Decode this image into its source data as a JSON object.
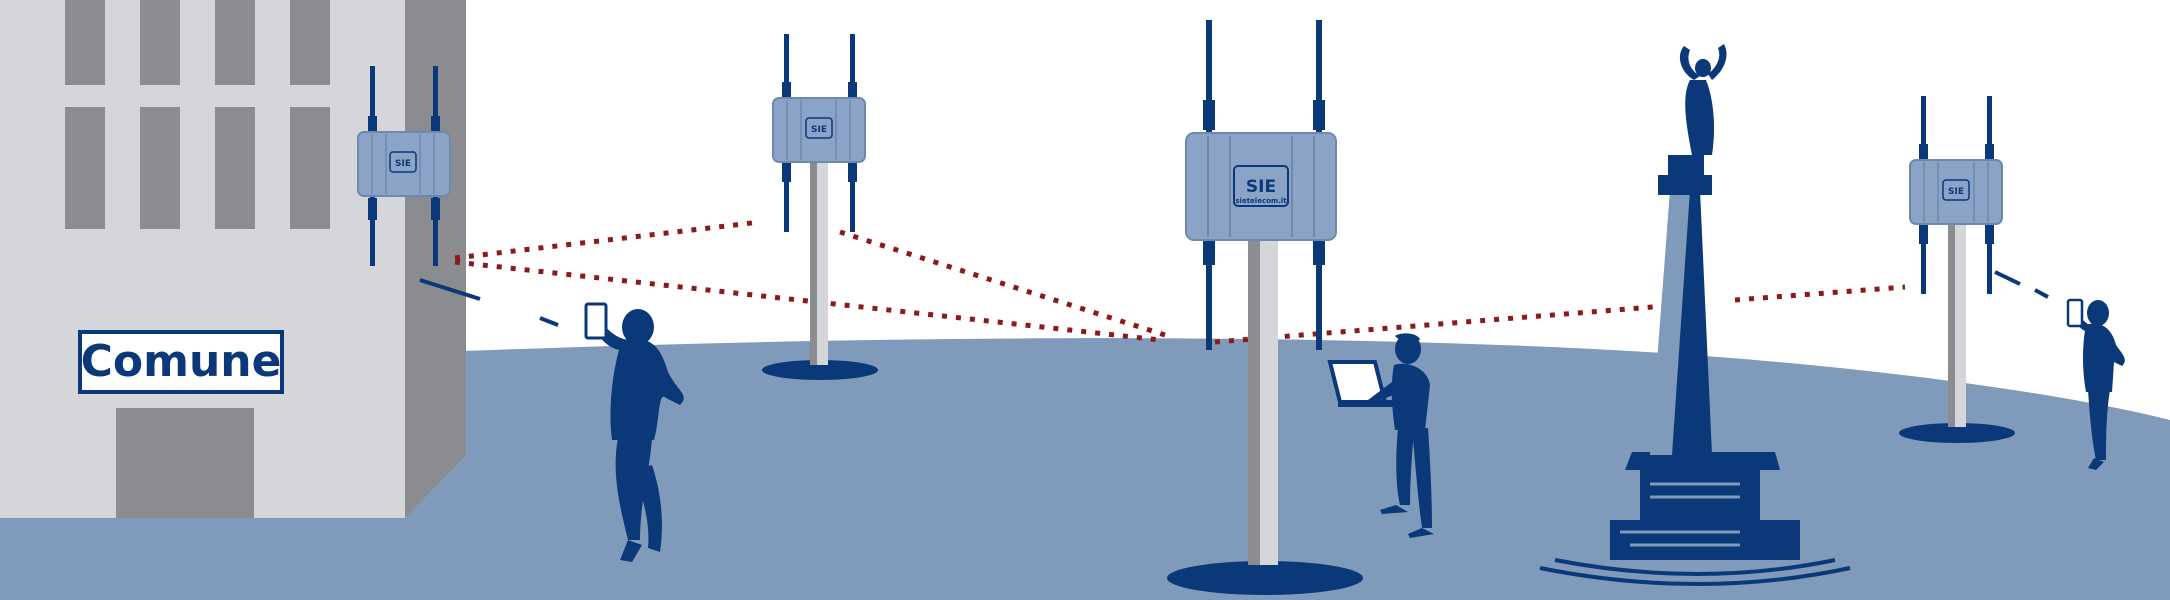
{
  "building": {
    "sign_label": "Comune"
  },
  "access_points": {
    "brand_logo": "SIE",
    "brand_url": "sietelecom.it"
  },
  "colors": {
    "ground": "#7f9aba",
    "device": "#8aa3c6",
    "navy": "#0a3878",
    "link": "#8b1a1a",
    "building_light": "#d4d6da",
    "building_dark": "#8a8c90"
  }
}
